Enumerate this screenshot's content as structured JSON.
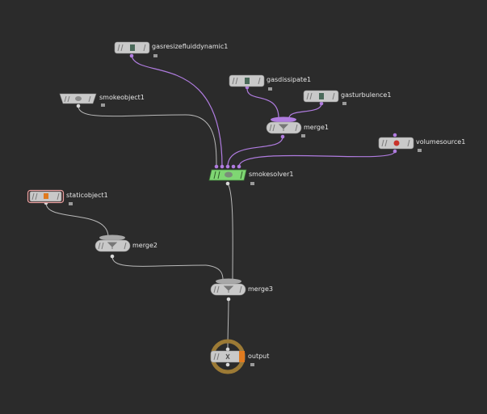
{
  "network": {
    "colors": {
      "background": "#2b2b2b",
      "wire_gray": "#b9b9b9",
      "wire_purple": "#b07ce0",
      "node_body": "#c9c9c9",
      "node_stripe": "#7a7a7a",
      "solver_green": "#7fd673",
      "merge_purple": "#b07ce0",
      "static_border": "#e8a0a0",
      "output_ring": "#9c7a35",
      "output_flag": "#e07a1f"
    },
    "nodes": [
      {
        "id": "gasresizefluiddynamic1",
        "label": "gasresizefluiddynamic1",
        "icon": "gas-icon"
      },
      {
        "id": "gasdissipate1",
        "label": "gasdissipate1",
        "icon": "gas-icon"
      },
      {
        "id": "gasturbulence1",
        "label": "gasturbulence1",
        "icon": "gas-icon"
      },
      {
        "id": "smokeobject1",
        "label": "smokeobject1",
        "icon": "smoke-icon"
      },
      {
        "id": "merge1",
        "label": "merge1",
        "icon": "merge-icon"
      },
      {
        "id": "volumesource1",
        "label": "volumesource1",
        "icon": "source-icon"
      },
      {
        "id": "smokesolver1",
        "label": "smokesolver1",
        "icon": "solver-icon"
      },
      {
        "id": "staticobject1",
        "label": "staticobject1",
        "icon": "static-icon"
      },
      {
        "id": "merge2",
        "label": "merge2",
        "icon": "merge-icon"
      },
      {
        "id": "merge3",
        "label": "merge3",
        "icon": "merge-icon"
      },
      {
        "id": "output",
        "label": "output",
        "icon": "output-icon"
      }
    ]
  }
}
